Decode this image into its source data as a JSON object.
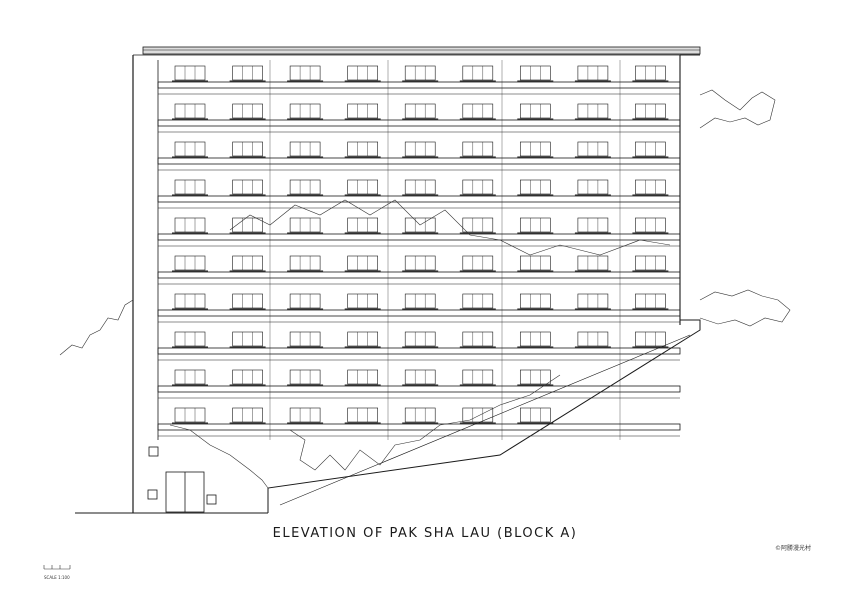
{
  "drawing": {
    "title": "ELEVATION OF PAK SHA LAU (BLOCK A)",
    "stamp": "©阿勝漫光村",
    "scale_label": "SCALE 1:100",
    "floors": 10,
    "bays": 9
  }
}
